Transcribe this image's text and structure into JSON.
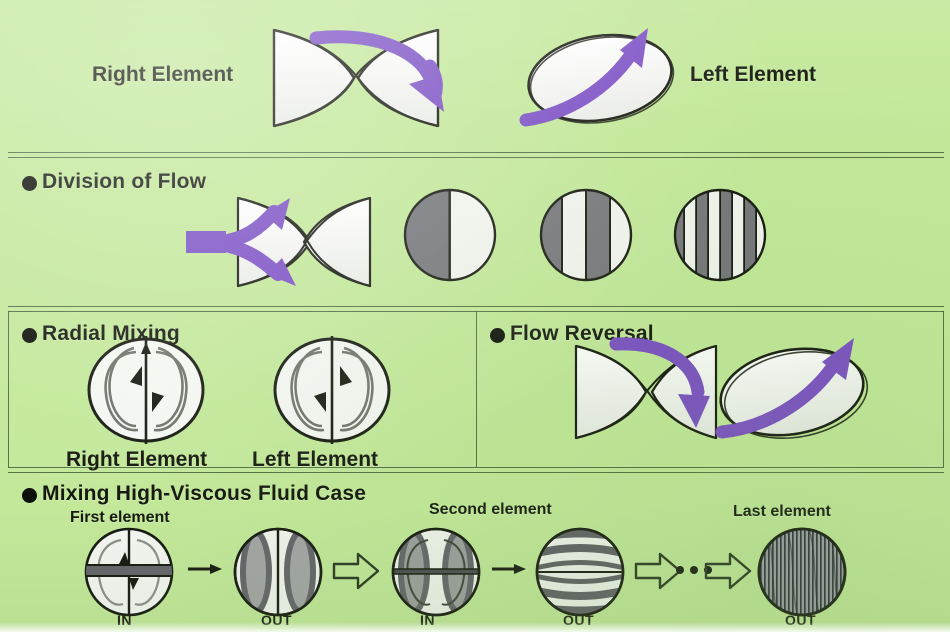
{
  "figure": {
    "title": "Static mixer element mixing mechanisms",
    "background_color": "#c3e89a",
    "arrow_color": "#7b4fc4",
    "element_fill": "#f4f6f2",
    "stripe_dark": "#6d6d72",
    "outline_color": "#15180f"
  },
  "top_section": {
    "right_label": "Right Element",
    "left_label": "Left Element"
  },
  "division_of_flow": {
    "title": "Division of Flow",
    "stripe_counts": [
      2,
      4,
      8
    ]
  },
  "radial_mixing": {
    "title": "Radial Mixing",
    "right_label": "Right Element",
    "left_label": "Left Element"
  },
  "flow_reversal": {
    "title": "Flow Reversal"
  },
  "high_viscous": {
    "title": "Mixing High-Viscous Fluid Case",
    "stages": [
      {
        "caption": "First element",
        "in_label": "IN",
        "out_label": "OUT"
      },
      {
        "caption": "Second element",
        "in_label": "IN",
        "out_label": "OUT"
      },
      {
        "caption": "Last element",
        "out_label": "OUT"
      }
    ],
    "ellipsis": "•••"
  }
}
